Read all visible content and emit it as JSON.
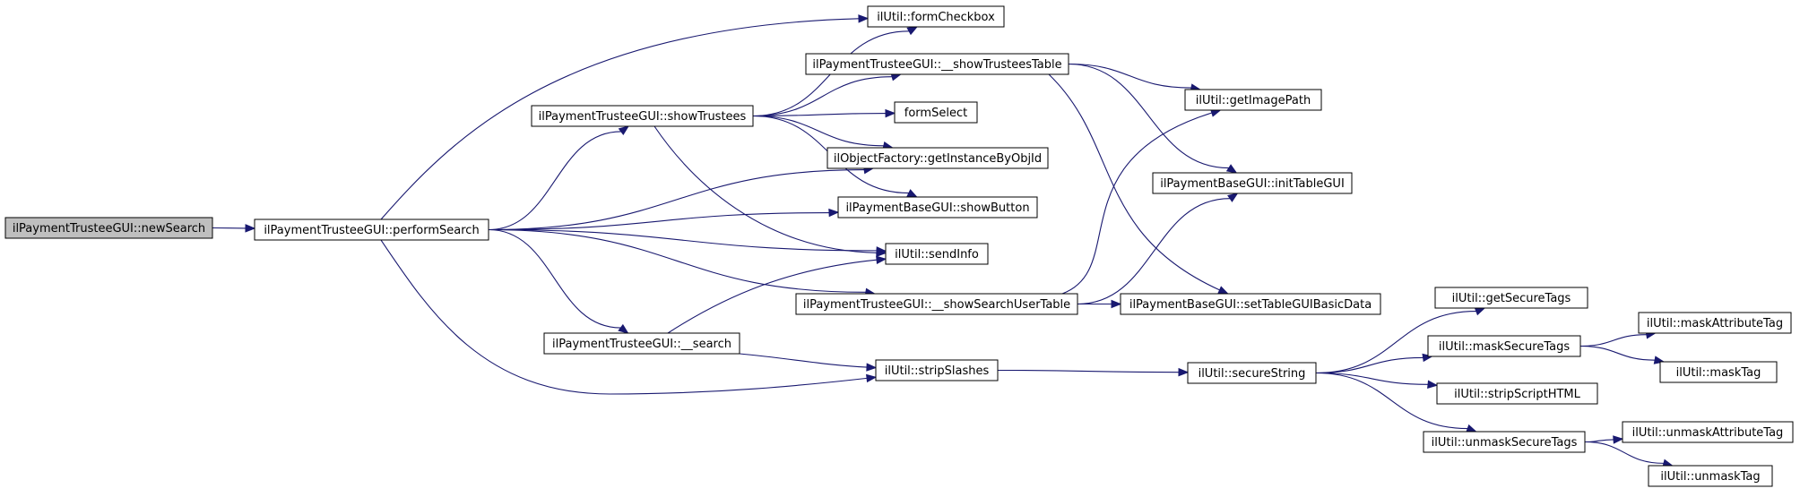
{
  "colors": {
    "edge": "#191970",
    "root_fill": "#bfbfbf",
    "node_fill": "#ffffff",
    "node_border": "#000000"
  },
  "nodes": [
    {
      "id": "newSearch",
      "label": "ilPaymentTrusteeGUI::newSearch",
      "root": true
    },
    {
      "id": "performSearch",
      "label": "ilPaymentTrusteeGUI::performSearch"
    },
    {
      "id": "formCheckbox",
      "label": "ilUtil::formCheckbox"
    },
    {
      "id": "showTrusteesTable",
      "label": "ilPaymentTrusteeGUI::__showTrusteesTable"
    },
    {
      "id": "showTrustees",
      "label": "ilPaymentTrusteeGUI::showTrustees"
    },
    {
      "id": "formSelect",
      "label": "formSelect"
    },
    {
      "id": "getImagePath",
      "label": "ilUtil::getImagePath"
    },
    {
      "id": "getInstanceByObjId",
      "label": "ilObjectFactory::getInstanceByObjId"
    },
    {
      "id": "initTableGUI",
      "label": "ilPaymentBaseGUI::initTableGUI"
    },
    {
      "id": "showButton",
      "label": "ilPaymentBaseGUI::showButton"
    },
    {
      "id": "sendInfo",
      "label": "ilUtil::sendInfo"
    },
    {
      "id": "showSearchUserTable",
      "label": "ilPaymentTrusteeGUI::__showSearchUserTable"
    },
    {
      "id": "setTableGUIBasicData",
      "label": "ilPaymentBaseGUI::setTableGUIBasicData"
    },
    {
      "id": "getSecureTags",
      "label": "ilUtil::getSecureTags"
    },
    {
      "id": "maskAttributeTag",
      "label": "ilUtil::maskAttributeTag"
    },
    {
      "id": "maskSecureTags",
      "label": "ilUtil::maskSecureTags"
    },
    {
      "id": "search",
      "label": "ilPaymentTrusteeGUI::__search"
    },
    {
      "id": "maskTag",
      "label": "ilUtil::maskTag"
    },
    {
      "id": "stripSlashes",
      "label": "ilUtil::stripSlashes"
    },
    {
      "id": "secureString",
      "label": "ilUtil::secureString"
    },
    {
      "id": "stripScriptHTML",
      "label": "ilUtil::stripScriptHTML"
    },
    {
      "id": "unmaskAttributeTag",
      "label": "ilUtil::unmaskAttributeTag"
    },
    {
      "id": "unmaskSecureTags",
      "label": "ilUtil::unmaskSecureTags"
    },
    {
      "id": "unmaskTag",
      "label": "ilUtil::unmaskTag"
    }
  ],
  "edges": [
    {
      "from": "newSearch",
      "to": "performSearch"
    },
    {
      "from": "performSearch",
      "to": "formCheckbox"
    },
    {
      "from": "performSearch",
      "to": "showTrustees"
    },
    {
      "from": "performSearch",
      "to": "getInstanceByObjId"
    },
    {
      "from": "performSearch",
      "to": "showButton"
    },
    {
      "from": "performSearch",
      "to": "sendInfo"
    },
    {
      "from": "performSearch",
      "to": "showSearchUserTable"
    },
    {
      "from": "performSearch",
      "to": "search"
    },
    {
      "from": "performSearch",
      "to": "stripSlashes"
    },
    {
      "from": "showTrustees",
      "to": "formCheckbox"
    },
    {
      "from": "showTrustees",
      "to": "showTrusteesTable"
    },
    {
      "from": "showTrustees",
      "to": "formSelect"
    },
    {
      "from": "showTrustees",
      "to": "getInstanceByObjId"
    },
    {
      "from": "showTrustees",
      "to": "showButton"
    },
    {
      "from": "showTrustees",
      "to": "sendInfo"
    },
    {
      "from": "showTrusteesTable",
      "to": "getImagePath"
    },
    {
      "from": "showTrusteesTable",
      "to": "initTableGUI"
    },
    {
      "from": "showTrusteesTable",
      "to": "setTableGUIBasicData"
    },
    {
      "from": "showSearchUserTable",
      "to": "getImagePath"
    },
    {
      "from": "showSearchUserTable",
      "to": "initTableGUI"
    },
    {
      "from": "showSearchUserTable",
      "to": "setTableGUIBasicData"
    },
    {
      "from": "search",
      "to": "sendInfo"
    },
    {
      "from": "search",
      "to": "stripSlashes"
    },
    {
      "from": "stripSlashes",
      "to": "secureString"
    },
    {
      "from": "secureString",
      "to": "getSecureTags"
    },
    {
      "from": "secureString",
      "to": "maskSecureTags"
    },
    {
      "from": "secureString",
      "to": "stripScriptHTML"
    },
    {
      "from": "secureString",
      "to": "unmaskSecureTags"
    },
    {
      "from": "maskSecureTags",
      "to": "maskAttributeTag"
    },
    {
      "from": "maskSecureTags",
      "to": "maskTag"
    },
    {
      "from": "unmaskSecureTags",
      "to": "unmaskAttributeTag"
    },
    {
      "from": "unmaskSecureTags",
      "to": "unmaskTag"
    }
  ]
}
